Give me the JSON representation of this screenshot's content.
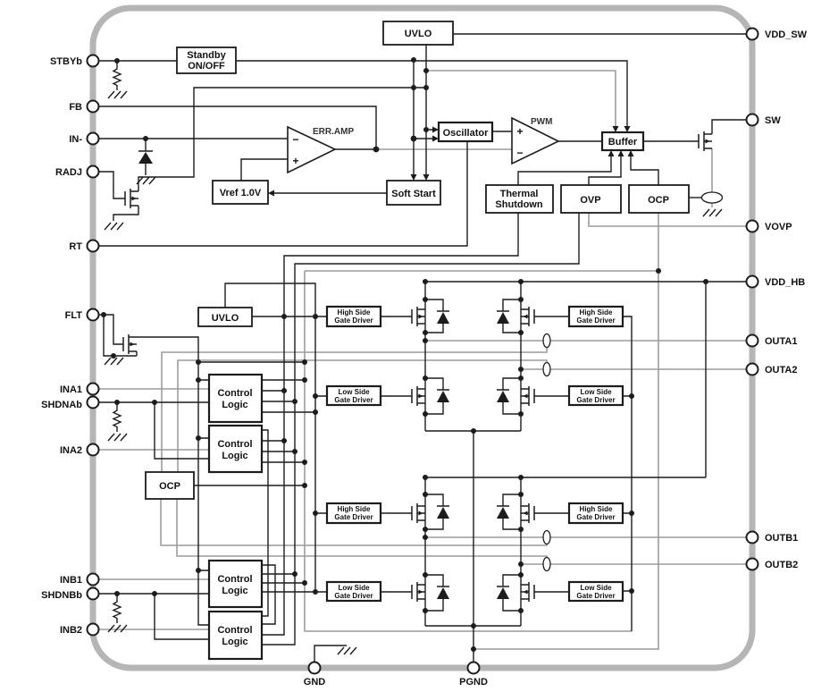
{
  "colors": {
    "wire": "#1c1c1c",
    "wire_gray": "#9c9c9c",
    "border": "#b5b5b5",
    "box_fill": "#ffffff",
    "text": "#111111"
  },
  "pins": {
    "left": [
      {
        "label": "STBYb"
      },
      {
        "label": "FB"
      },
      {
        "label": "IN-"
      },
      {
        "label": "RADJ"
      },
      {
        "label": "RT"
      },
      {
        "label": "FLT"
      },
      {
        "label": "INA1"
      },
      {
        "label": "SHDNAb"
      },
      {
        "label": "INA2"
      },
      {
        "label": "INB1"
      },
      {
        "label": "SHDNBb"
      },
      {
        "label": "INB2"
      }
    ],
    "right": [
      {
        "label": "VDD_SW"
      },
      {
        "label": "SW"
      },
      {
        "label": "VOVP"
      },
      {
        "label": "VDD_HB"
      },
      {
        "label": "OUTA1"
      },
      {
        "label": "OUTA2"
      },
      {
        "label": "OUTB1"
      },
      {
        "label": "OUTB2"
      }
    ],
    "bottom": [
      {
        "label": "GND"
      },
      {
        "label": "PGND"
      }
    ]
  },
  "blocks": {
    "uvlo_top": {
      "label": "UVLO"
    },
    "standby": {
      "line1": "Standby",
      "line2": "ON/OFF"
    },
    "oscillator": {
      "label": "Oscillator"
    },
    "err_amp": {
      "label": "ERR.AMP"
    },
    "pwm": {
      "label": "PWM"
    },
    "buffer": {
      "label": "Buffer"
    },
    "soft_start": {
      "label": "Soft Start"
    },
    "vref": {
      "label": "Vref 1.0V"
    },
    "thermal_shutdown": {
      "line1": "Thermal",
      "line2": "Shutdown"
    },
    "ovp": {
      "label": "OVP"
    },
    "ocp_top": {
      "label": "OCP"
    },
    "uvlo_mid": {
      "label": "UVLO"
    },
    "control_logic": {
      "line1": "Control",
      "line2": "Logic"
    },
    "high_side_driver": {
      "line1": "High Side",
      "line2": "Gate Driver"
    },
    "low_side_driver": {
      "line1": "Low Side",
      "line2": "Gate Driver"
    },
    "ocp_left": {
      "label": "OCP"
    }
  },
  "polarity": {
    "plus": "+",
    "minus": "−"
  }
}
